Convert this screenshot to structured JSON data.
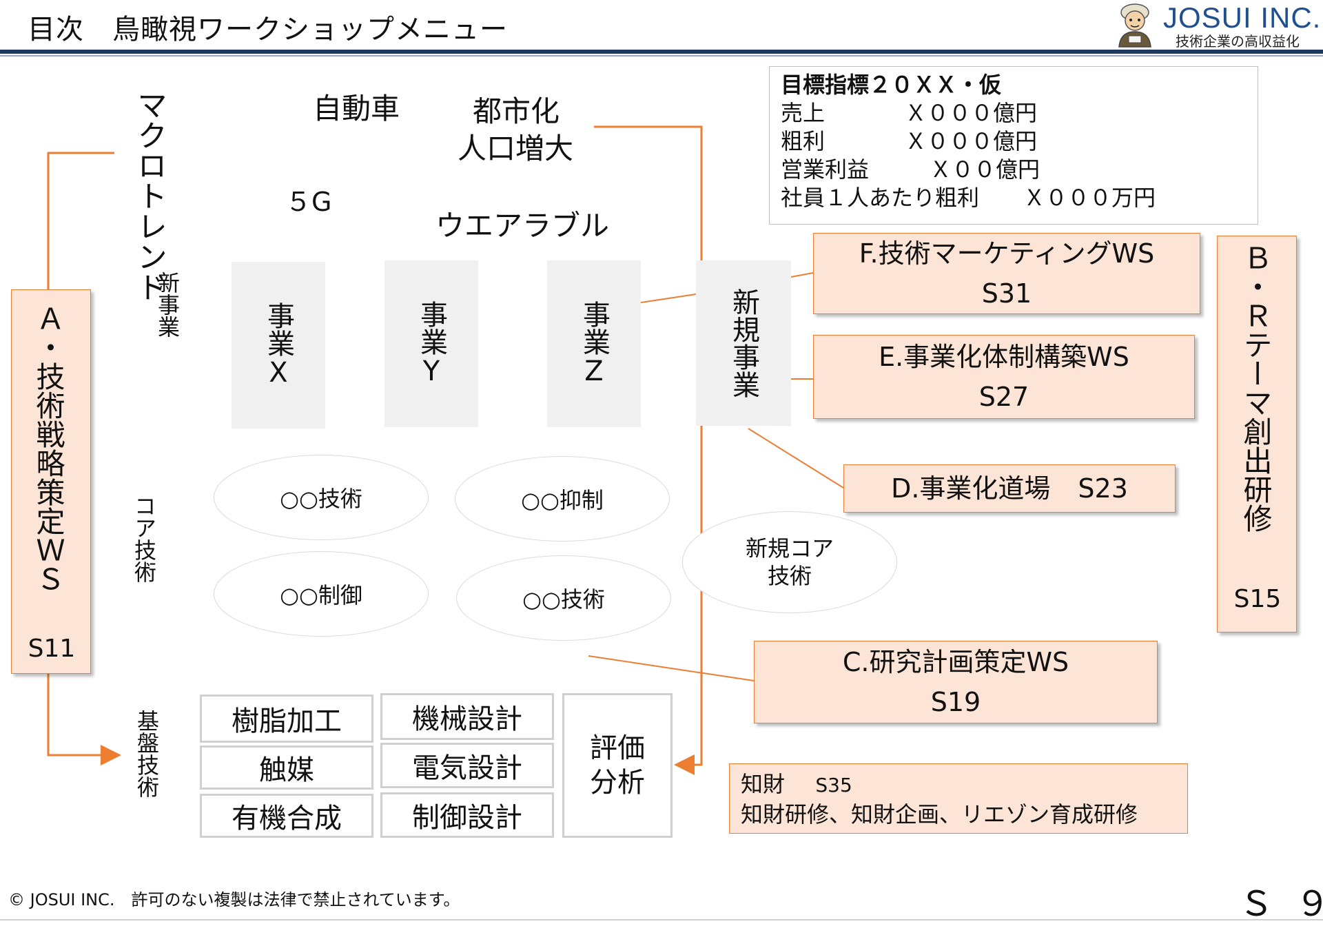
{
  "header": {
    "title": "目次　鳥瞰視ワークショップメニュー",
    "logo_name": "JOSUI INC.",
    "logo_tagline": "技術企業の高収益化"
  },
  "targets": {
    "title": "目標指標２０ＸＸ・仮",
    "rows": [
      {
        "label": "売上",
        "value": "Ｘ０００億円"
      },
      {
        "label": "粗利",
        "value": "Ｘ０００億円"
      },
      {
        "label": "営業利益",
        "value": "Ｘ００億円"
      },
      {
        "label": "社員１人あたり粗利",
        "value": "Ｘ０００万円"
      }
    ]
  },
  "macro_trend": {
    "label": "マクロトレンド",
    "items": [
      "自動車",
      "都市化",
      "人口増大",
      "５G",
      "ウエアラブル"
    ]
  },
  "section_labels": {
    "new_business": "新事業",
    "core_tech": "コア技術",
    "base_tech": "基盤技術"
  },
  "businesses": [
    "事業X",
    "事業Y",
    "事業Z"
  ],
  "new_venture": "新規事業",
  "core_techs": [
    "○○技術",
    "○○抑制",
    "○○制御",
    "○○技術"
  ],
  "new_core_tech": [
    "新規コア",
    "技術"
  ],
  "base_techs": [
    "樹脂加工",
    "機械設計",
    "触媒",
    "電気設計",
    "有機合成",
    "制御設計"
  ],
  "evaluation": [
    "評価",
    "分析"
  ],
  "workshops": {
    "a": {
      "label": "Ａ・技術戦略策定ＷＳ",
      "code": "S11"
    },
    "b": {
      "label": "Ｂ・Ｒテーマ創出研修",
      "code": "S15"
    },
    "c": {
      "label": "C.研究計画策定WS",
      "code": "S19"
    },
    "d": {
      "label": "D.事業化道場",
      "code": "S23"
    },
    "e": {
      "label": "E.事業化体制構築WS",
      "code": "S27"
    },
    "f": {
      "label": "F.技術マーケティングWS",
      "code": "S31"
    }
  },
  "ip": {
    "title": "知財",
    "code": "S35",
    "detail": "知財研修、知財企画、リエゾン育成研修"
  },
  "footer": {
    "copyright": "© JOSUI INC.　許可のない複製は法律で禁止されています。",
    "page": "Ｓ ９"
  },
  "colors": {
    "accent_orange": "#ed7d31",
    "workshop_fill": "#fce4d6",
    "header_navy": "#1f3a5f",
    "logo_blue": "#1f4f8f"
  }
}
